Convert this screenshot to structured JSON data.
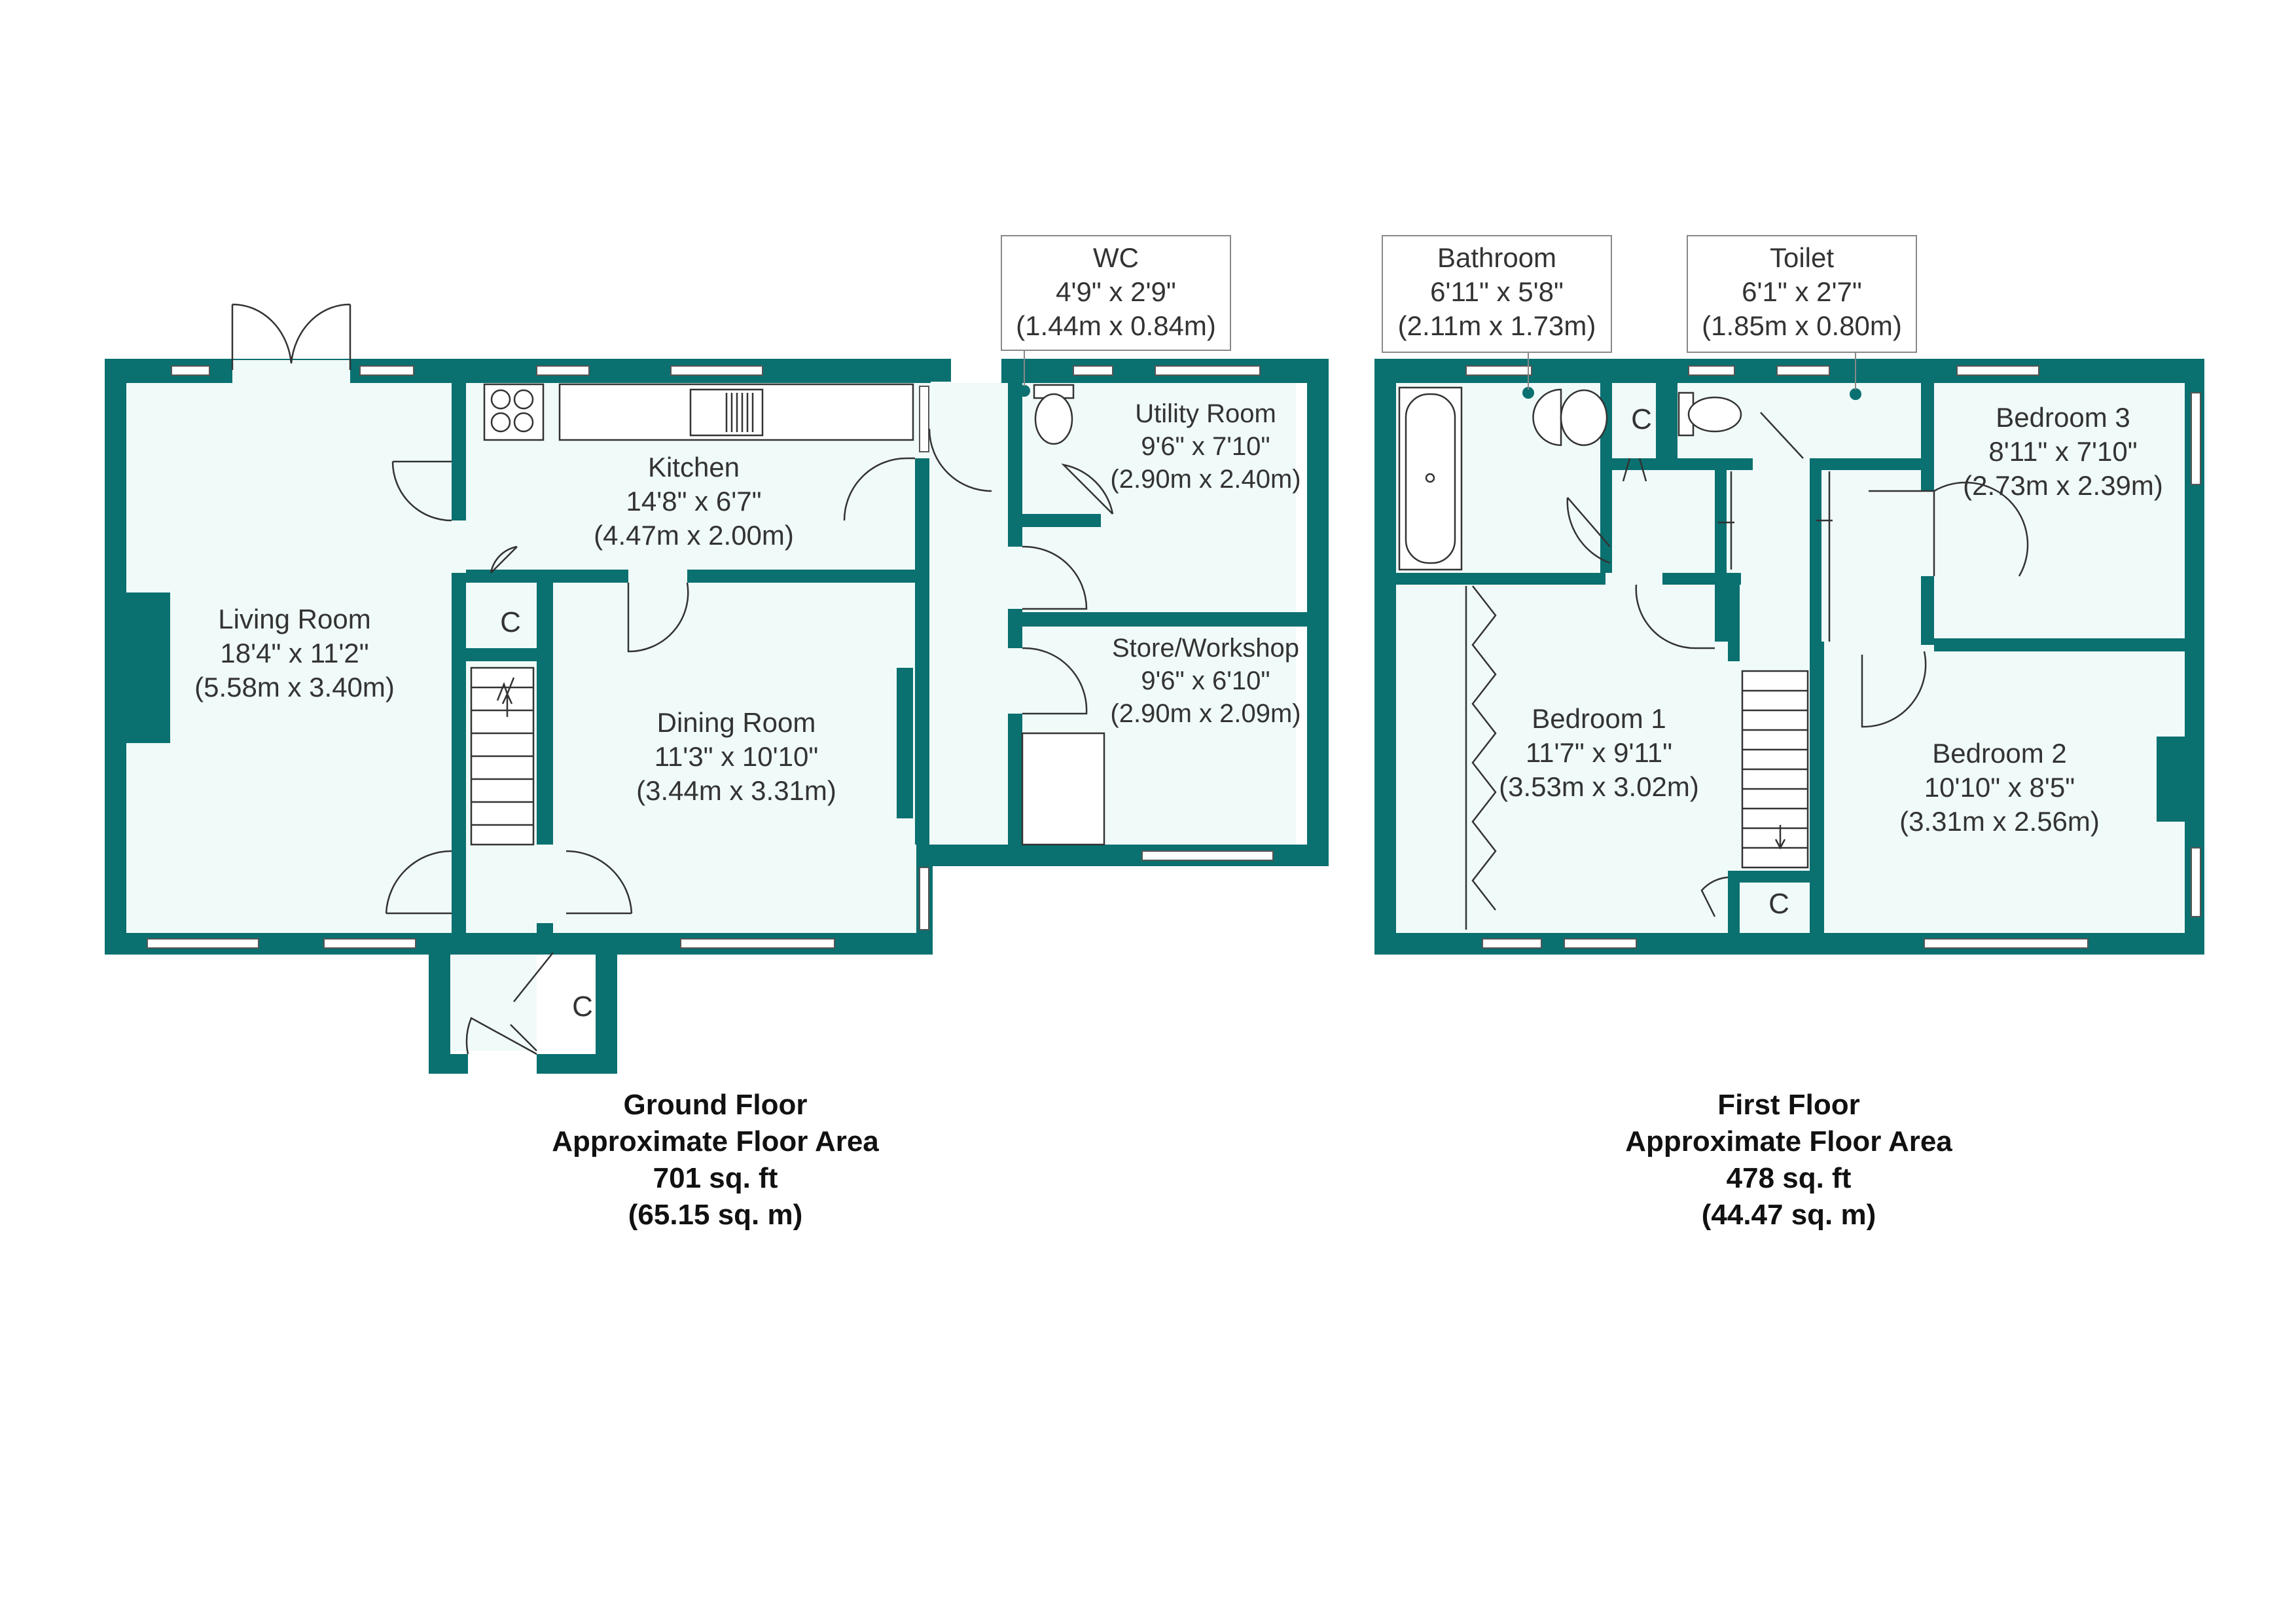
{
  "ground_floor": {
    "rooms": {
      "living_room": {
        "name": "Living Room",
        "imperial": "18'4\" x 11'2\"",
        "metric": "(5.58m x 3.40m)"
      },
      "kitchen": {
        "name": "Kitchen",
        "imperial": "14'8\" x 6'7\"",
        "metric": "(4.47m x 2.00m)"
      },
      "dining_room": {
        "name": "Dining Room",
        "imperial": "11'3\" x 10'10\"",
        "metric": "(3.44m x 3.31m)"
      },
      "wc": {
        "name": "WC",
        "imperial": "4'9\" x 2'9\"",
        "metric": "(1.44m x 0.84m)"
      },
      "utility_room": {
        "name": "Utility Room",
        "imperial": "9'6\" x 7'10\"",
        "metric": "(2.90m x 2.40m)"
      },
      "store_workshop": {
        "name": "Store/Workshop",
        "imperial": "9'6\" x 6'10\"",
        "metric": "(2.90m x 2.09m)"
      }
    },
    "cupboards": [
      "C",
      "C"
    ],
    "summary": {
      "title": "Ground Floor",
      "subtitle": "Approximate Floor Area",
      "sqft": "701 sq. ft",
      "sqm": "(65.15 sq. m)"
    }
  },
  "first_floor": {
    "rooms": {
      "bathroom": {
        "name": "Bathroom",
        "imperial": "6'11\" x 5'8\"",
        "metric": "(2.11m x 1.73m)"
      },
      "toilet": {
        "name": "Toilet",
        "imperial": "6'1\" x 2'7\"",
        "metric": "(1.85m x 0.80m)"
      },
      "bedroom_3": {
        "name": "Bedroom 3",
        "imperial": "8'11\" x 7'10\"",
        "metric": "(2.73m x 2.39m)"
      },
      "bedroom_1": {
        "name": "Bedroom 1",
        "imperial": "11'7\" x 9'11\"",
        "metric": "(3.53m x 3.02m)"
      },
      "bedroom_2": {
        "name": "Bedroom 2",
        "imperial": "10'10\" x 8'5\"",
        "metric": "(3.31m x 2.56m)"
      }
    },
    "cupboards": [
      "C",
      "C"
    ],
    "summary": {
      "title": "First Floor",
      "subtitle": "Approximate Floor Area",
      "sqft": "478 sq. ft",
      "sqm": "(44.47 sq. m)"
    }
  },
  "colors": {
    "wall": "#0a7070",
    "floor": "#f0faf8"
  }
}
